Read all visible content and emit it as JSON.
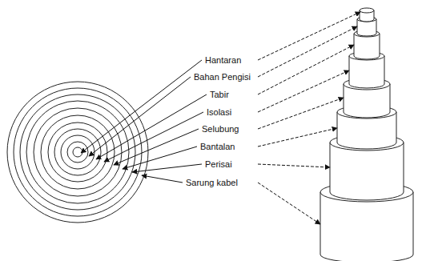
{
  "diagram": {
    "labels": [
      "Hantaran",
      "Bahan Pengisi",
      "Tabir",
      "Isolasi",
      "Selubung",
      "Bantalan",
      "Perisai",
      "Sarung kabel"
    ]
  }
}
